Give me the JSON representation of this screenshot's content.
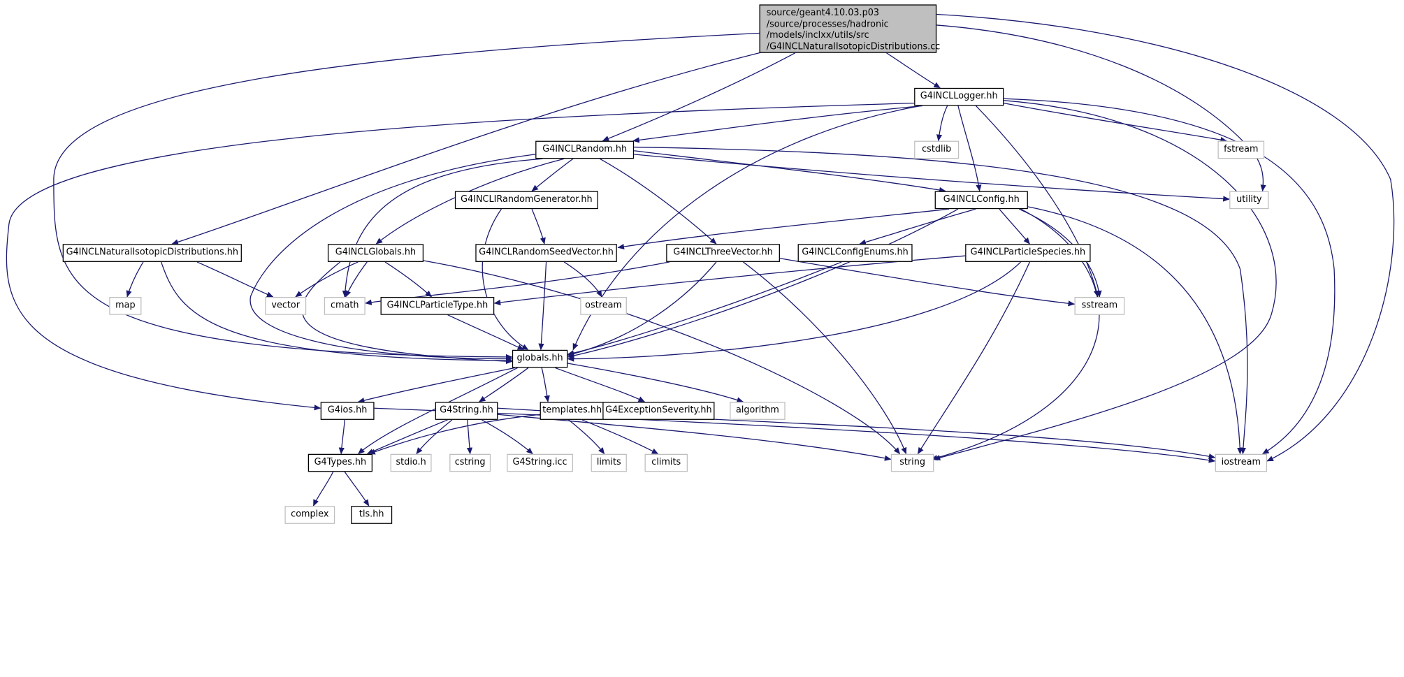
{
  "diagram": {
    "root_lines": [
      "source/geant4.10.03.p03",
      "/source/processes/hadronic",
      "/models/inclxx/utils/src",
      "/G4INCLNaturalIsotopicDistributions.cc"
    ],
    "nodes": {
      "logger": "G4INCLLogger.hh",
      "random": "G4INCLRandom.hh",
      "cstdlib": "cstdlib",
      "fstream": "fstream",
      "utility": "utility",
      "irandomgen": "G4INCLIRandomGenerator.hh",
      "config": "G4INCLConfig.hh",
      "natiso": "G4INCLNaturalIsotopicDistributions.hh",
      "globals": "G4INCLGlobals.hh",
      "seedvector": "G4INCLRandomSeedVector.hh",
      "threevector": "G4INCLThreeVector.hh",
      "configenums": "G4INCLConfigEnums.hh",
      "particlespecies": "G4INCLParticleSpecies.hh",
      "map": "map",
      "vector": "vector",
      "cmath": "cmath",
      "particletype": "G4INCLParticleType.hh",
      "ostream": "ostream",
      "sstream": "sstream",
      "globalshh": "globals.hh",
      "g4ios": "G4ios.hh",
      "g4string": "G4String.hh",
      "templates": "templates.hh",
      "exceptionseverity": "G4ExceptionSeverity.hh",
      "algorithm": "algorithm",
      "g4types": "G4Types.hh",
      "stdioh": "stdio.h",
      "cstring": "cstring",
      "g4stringicc": "G4String.icc",
      "limits": "limits",
      "climits": "climits",
      "string": "string",
      "iostream": "iostream",
      "complex": "complex",
      "tls": "tls.hh"
    }
  },
  "colors": {
    "edge": "#191970",
    "node_border": "#000000",
    "system_border": "#bfbfbf",
    "root_fill": "#bfbfbf"
  }
}
